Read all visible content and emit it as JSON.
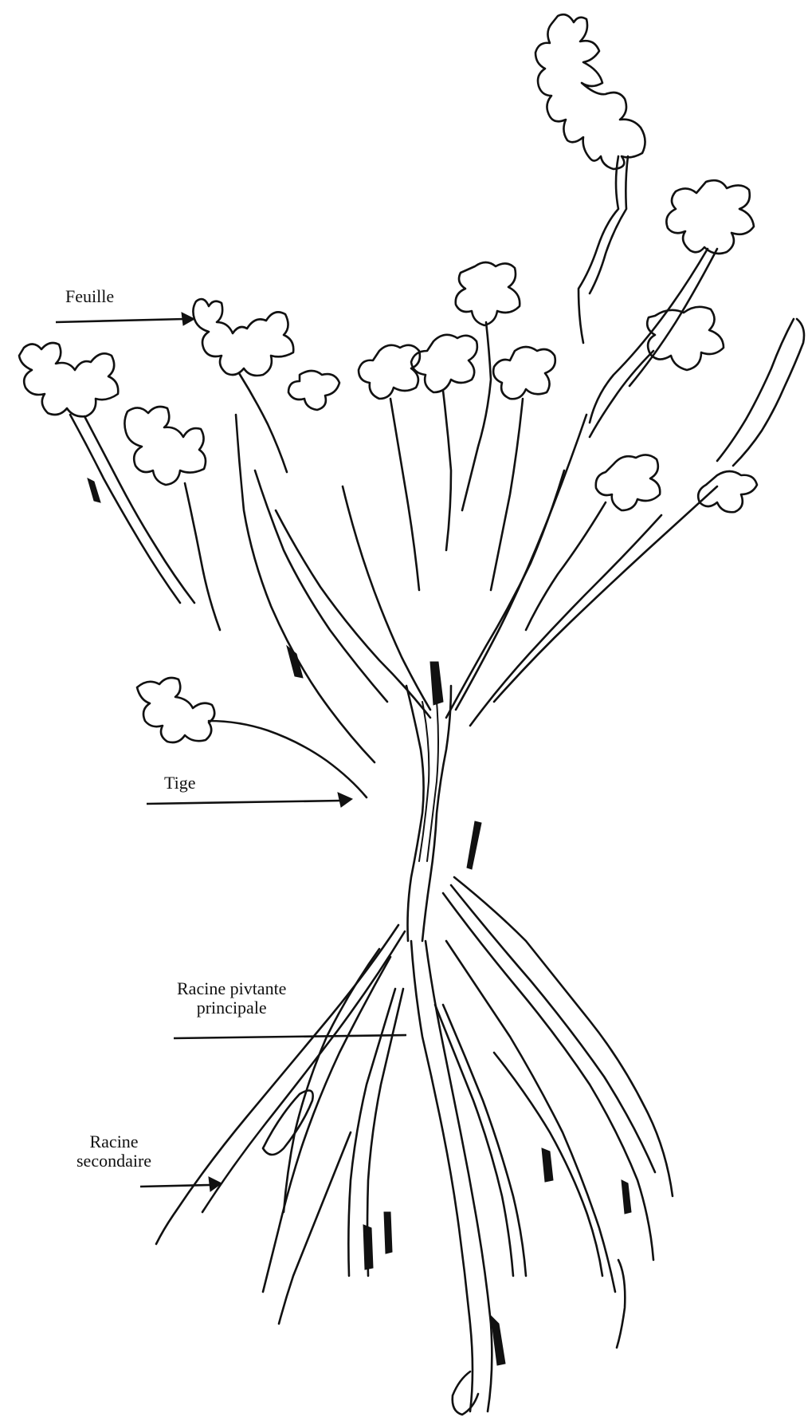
{
  "labels": {
    "feuille": "Feuille",
    "tige": "Tige",
    "racine_pivotante_line1": "Racine pivtante",
    "racine_pivotante_line2": "principale",
    "racine_secondaire_line1": "Racine",
    "racine_secondaire_line2": "secondaire"
  },
  "colors": {
    "ink": "#111111",
    "background": "#ffffff"
  }
}
